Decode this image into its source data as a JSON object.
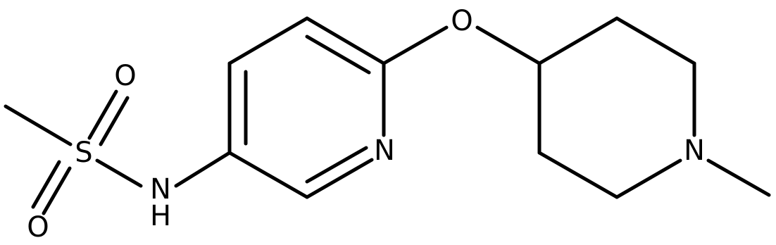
{
  "atoms": {
    "o_sulfonyl_top": "O",
    "o_sulfonyl_bottom": "O",
    "sulfur": "S",
    "amide_n": "N",
    "amide_h": "H",
    "pyridine_n": "N",
    "ether_o": "O",
    "piperidine_n": "N"
  },
  "colors": {
    "bond": "#000000",
    "label": "#000000",
    "background": "#ffffff"
  }
}
